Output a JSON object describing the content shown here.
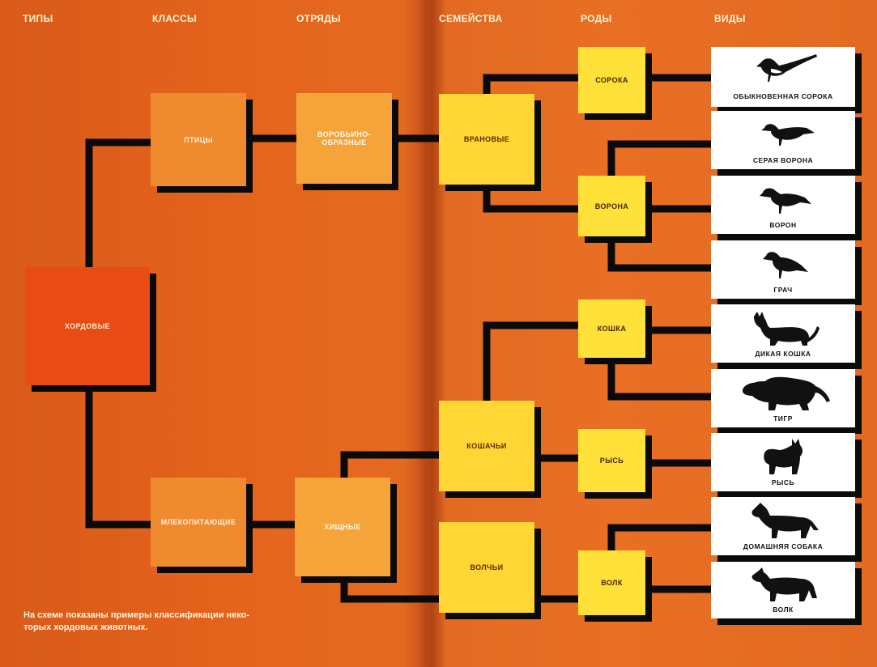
{
  "headers": {
    "phyla": "ТИПЫ",
    "classes": "КЛАССЫ",
    "orders": "ОТРЯДЫ",
    "families": "СЕМЕЙСТВА",
    "genera": "РОДЫ",
    "species": "ВИДЫ"
  },
  "phylum": {
    "label": "ХОРДОВЫЕ"
  },
  "classes": {
    "birds": "ПТИЦЫ",
    "mammals": "МЛЕКОПИТАЮЩИЕ"
  },
  "orders": {
    "passerines": "ВОРОБЬИНО-ОБРАЗНЫЕ",
    "carnivores": "ХИЩНЫЕ"
  },
  "families": {
    "corvids": "ВРАНОВЫЕ",
    "felids": "КОШАЧЬИ",
    "canids": "ВОЛЧЬИ"
  },
  "genera": {
    "magpie": "СОРОКА",
    "crow": "ВОРОНА",
    "cat": "КОШКА",
    "lynx": "РЫСЬ",
    "wolf": "ВОЛК"
  },
  "species": {
    "common_magpie": {
      "label": "ОБЫКНОВЕННАЯ СОРОКА",
      "icon": "magpie-icon"
    },
    "hooded_crow": {
      "label": "СЕРАЯ ВОРОНА",
      "icon": "crow-icon"
    },
    "raven": {
      "label": "ВОРОН",
      "icon": "raven-icon"
    },
    "rook": {
      "label": "ГРАЧ",
      "icon": "rook-icon"
    },
    "wildcat": {
      "label": "ДИКАЯ КОШКА",
      "icon": "wildcat-icon"
    },
    "tiger": {
      "label": "ТИГР",
      "icon": "tiger-icon"
    },
    "lynx": {
      "label": "РЫСЬ",
      "icon": "lynx-icon"
    },
    "dog": {
      "label": "ДОМАШНЯЯ СОБАКА",
      "icon": "dog-icon"
    },
    "wolf": {
      "label": "ВОЛК",
      "icon": "wolf-icon"
    }
  },
  "caption": {
    "line1": "На схеме показаны примеры классификации неко-",
    "line2": "торых хордовых животных."
  },
  "colors": {
    "background": "#e8621e",
    "phylum": "#e84c14",
    "class": "#f08a2e",
    "order": "#f5a43a",
    "family": "#ffd633",
    "genus": "#ffe13a",
    "species": "#ffffff",
    "connector": "#0a0a0a"
  }
}
